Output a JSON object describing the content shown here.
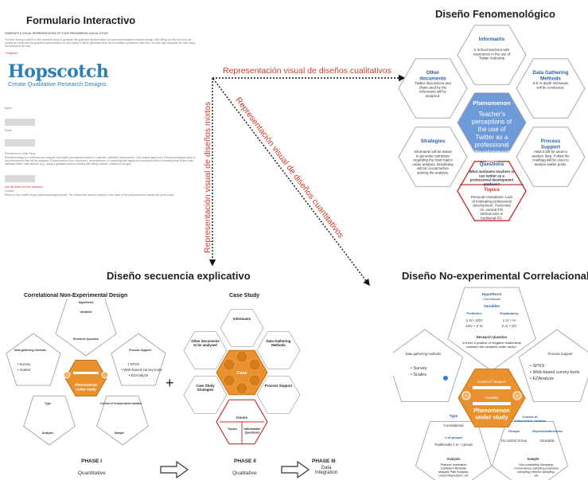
{
  "titles": {
    "form": "Formulario Interactivo",
    "phenom": "Diseño Fenomenológico",
    "seq": "Diseño secuencia explicativo",
    "nonexp": "Diseño No-experimental Correlacional"
  },
  "arrows": {
    "qual": "Representación visual de diseños cualitativos",
    "mixed": "Representación visual de diseños mixtos",
    "quant": "Representación visual de diseños cuantitativos"
  },
  "form": {
    "heading": "GENERATE A VISUAL REPRESENTATION OF YOUR PHENOMENOLOGICAL STUDY",
    "intro": "The form that you will fill on this research study to generate the graphical representation of a phenomenological research design. After filling out this form you will receive an email with the graphical representation of your study. It will be generated from the information provided in this form. You can also complete the form using the buttons at the end.",
    "required": "* Required",
    "logo": "Hopscotch",
    "tagline": "Create Qualitative Research Designs",
    "name_label": "Name",
    "email_label": "Email",
    "phenom_label": "Phenomenon Under Study",
    "phenom_help": "Phenomenology is a collection and analysis of people's perceptions related to a specific, definable phenomenon. This central aspect of a Phenomenological study is the phenomenon that will be analyzed. A phenomenon is an experience, an awareness, or something that happens in someone's life or something that is lived and definable rather than abstract (e.g., being a graduate student, dealing with being a leader, childhood, hunger).",
    "section2": "Add the fields from the reference",
    "section2_sub": "Context",
    "section2_help": "Where is the context of your phenomenological study? The researcher needs to deepen in the clear of the phenomenon to clearly set up its scope."
  },
  "phenom": {
    "cells": [
      {
        "title": "Informants",
        "text": "6 School teachers with experience in the use of Twitter #edcamp"
      },
      {
        "title": "Other documents",
        "text": "Twitter discussions and chats used by the informants will be analyzed."
      },
      {
        "title": "Data Gathering Methods",
        "text": "6-8 In-depth interviews will be conducted."
      },
      {
        "title": "Phenomenon",
        "text": "Teacher's perceptions of the use of Twitter as a professional development tool."
      },
      {
        "title": "Strategies",
        "text": "Informants will be asked to generate narratives regarding the main topics under analysis. Bracketing will be crucial before starting the analysis."
      },
      {
        "title": "Process Support",
        "text": "Atlas.ti will be used to analyze data. Follow the Hashtag will be used to analyze twitter posts."
      },
      {
        "title": "Questions",
        "text": "What motivates teachers to use twitter as a professional development platform?"
      },
      {
        "title": "Topics",
        "text": "Personal motivations. Lack of motivating professional development. Horizontal Vs. vertical PD. Deficiencies in traditional PD."
      }
    ]
  },
  "seq": {
    "left_title": "Correlational Non-Experimental Design",
    "right_title": "Case Study",
    "phase1": "PHASE I",
    "phase1_sub": "Quantitative",
    "phase2": "PHASE II",
    "phase2_sub": "Qualitative",
    "phase3": "PHASE III",
    "phase3_sub": "Data Integration",
    "plus": "+",
    "pent_center": "Phenomenon under study",
    "pent_labels": [
      "Hypothesis",
      "Variables",
      "Research Question",
      "Data gathering methods",
      "Process Support",
      "Type",
      "Control of independent variable",
      "Analysis",
      "Sample",
      "Survey",
      "Scales",
      "SPSS",
      "Web-based survey tools",
      "EZAnalyze"
    ],
    "hex_labels": [
      "Informants",
      "Other documents to be analyzed",
      "Data Gathering Methods",
      "Case",
      "Case Study Strategies",
      "Process Support",
      "Issues",
      "Topics",
      "Information Questions"
    ]
  },
  "nonexp": {
    "hypothesis": "Hypothesis",
    "hyp_sub": "Correlational",
    "variables": "Variables",
    "predictive": "Predictive",
    "explanatory": "Explanatory",
    "pred_values": "1 IV+ 1DV\n1DV + 2 IV",
    "expl_values": "1 or + IV\n2 or + DV",
    "rq_title": "Research Question",
    "rq_text": "Is there a positive or negative relationship between the variables under study?",
    "dgm": "Data gathering methods",
    "survey": "Survey",
    "scales": "Scales",
    "process": "Process Support",
    "spss": "SPSS",
    "web": "Web-based survey tools",
    "ezanalyze": "EZAnalyze",
    "control": "Control of Variance",
    "causality": "Causality",
    "center": "Phenomenon under study",
    "type": "Type",
    "type_val": "Correlational",
    "groups": "# of groups",
    "groups_val": "Traditionally 1 or + groups",
    "cont_indep": "Control of independent variable",
    "groups2": "Groups",
    "repr": "Representativeness",
    "nocontrol": "No control Group",
    "desirable": "Desirable",
    "analysis": "Analysis",
    "analysis_text": "Pearson correlation coefficient Bivariate analysis Path Analysis, Lineal Regression, etc",
    "sample": "Sample",
    "sample_text": "Non-probability Sampling: Convenience sampling purposive sampling criterion sampling, etc"
  },
  "colors": {
    "orange": "#e8912d",
    "blue": "#6d9ad8",
    "red": "#c9302c",
    "accent_text": "#d23a2a"
  }
}
